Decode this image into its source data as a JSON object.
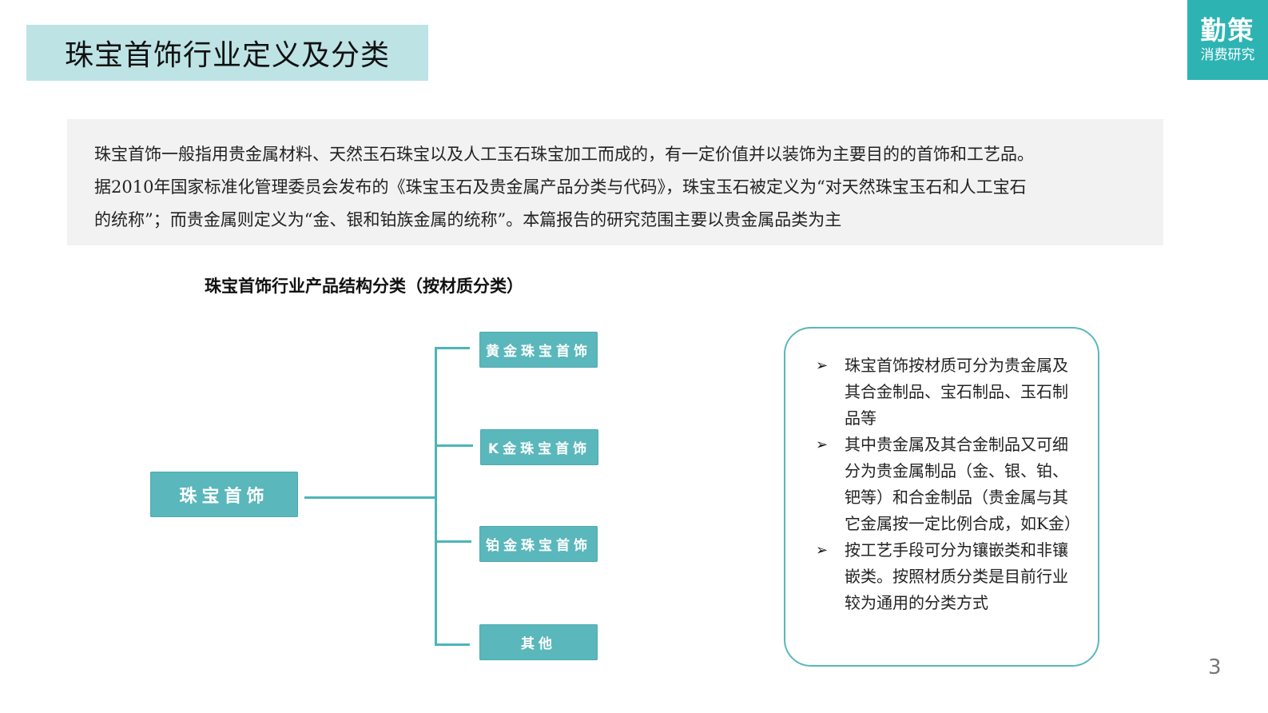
{
  "header": {
    "title": "珠宝首饰行业定义及分类"
  },
  "logo": {
    "main": "勤策",
    "sub": "消费研究"
  },
  "intro": {
    "lines": [
      "珠宝首饰一般指用贵金属材料、天然玉石珠宝以及人工玉石珠宝加工而成的，有一定价值并以装饰为主要目的的首饰和工艺品。",
      "据2010年国家标准化管理委员会发布的《珠宝玉石及贵金属产品分类与代码》，珠宝玉石被定义为“对天然珠宝玉石和人工宝石",
      "的统称”；而贵金属则定义为“金、银和铂族金属的统称”。本篇报告的研究范围主要以贵金属品类为主"
    ]
  },
  "diagram": {
    "title": "珠宝首饰行业产品结构分类（按材质分类）",
    "root": "珠宝首饰",
    "children": [
      "黄金珠宝首饰",
      "K金珠宝首饰",
      "铂金珠宝首饰",
      "其他"
    ],
    "colors": {
      "node": "#5ab7bb",
      "line": "#4db5b8"
    }
  },
  "info_box": {
    "bullet_icon": "arrowhead-bullet-icon",
    "items": [
      "珠宝首饰按材质可分为贵金属及其合金制品、宝石制品、玉石制品等",
      "其中贵金属及其合金制品又可细分为贵金属制品（金、银、铂、钯等）和合金制品（贵金属与其它金属按一定比例合成，如K金）",
      "按工艺手段可分为镶嵌类和非镶嵌类。按照材质分类是目前行业较为通用的分类方式"
    ]
  },
  "footer": {
    "page_number": "3"
  },
  "colors": {
    "title_bg": "#bde3e5",
    "logo_bg": "#2eb3b3",
    "intro_bg": "#f2f2f2"
  }
}
